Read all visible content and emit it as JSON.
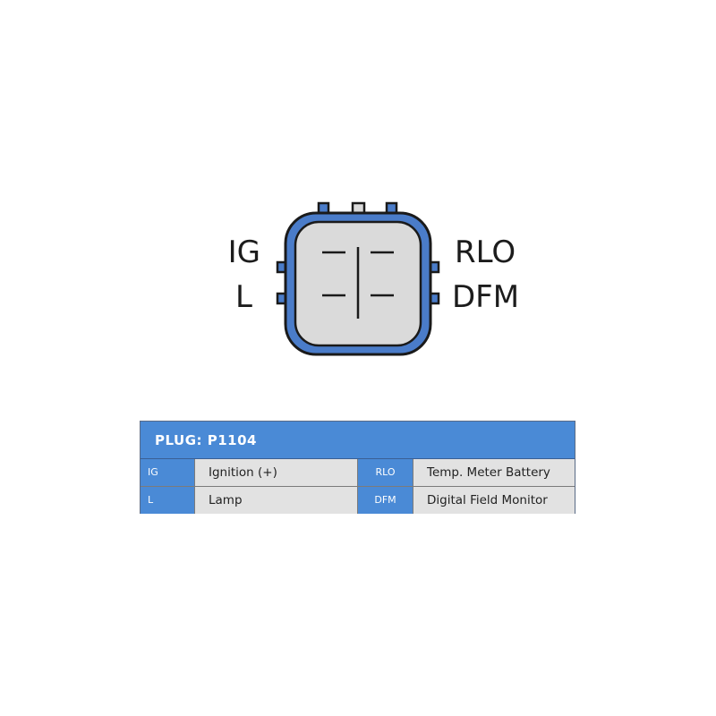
{
  "connector": {
    "pins": {
      "top_left": "IG",
      "bottom_left": "L",
      "top_right": "RLO",
      "bottom_right": "DFM"
    },
    "colors": {
      "outline": "#4a7cc9",
      "body": "#dadada",
      "stroke": "#1a1a1a"
    }
  },
  "table": {
    "header": "PLUG: P1104",
    "rows": [
      {
        "code1": "IG",
        "desc1": "Ignition (+)",
        "code2": "RLO",
        "desc2": "Temp. Meter Battery"
      },
      {
        "code1": "L",
        "desc1": "Lamp",
        "code2": "DFM",
        "desc2": "Digital Field Monitor"
      }
    ],
    "colors": {
      "header_bg": "#4a8ad6",
      "cell_bg": "#e2e2e2"
    }
  }
}
